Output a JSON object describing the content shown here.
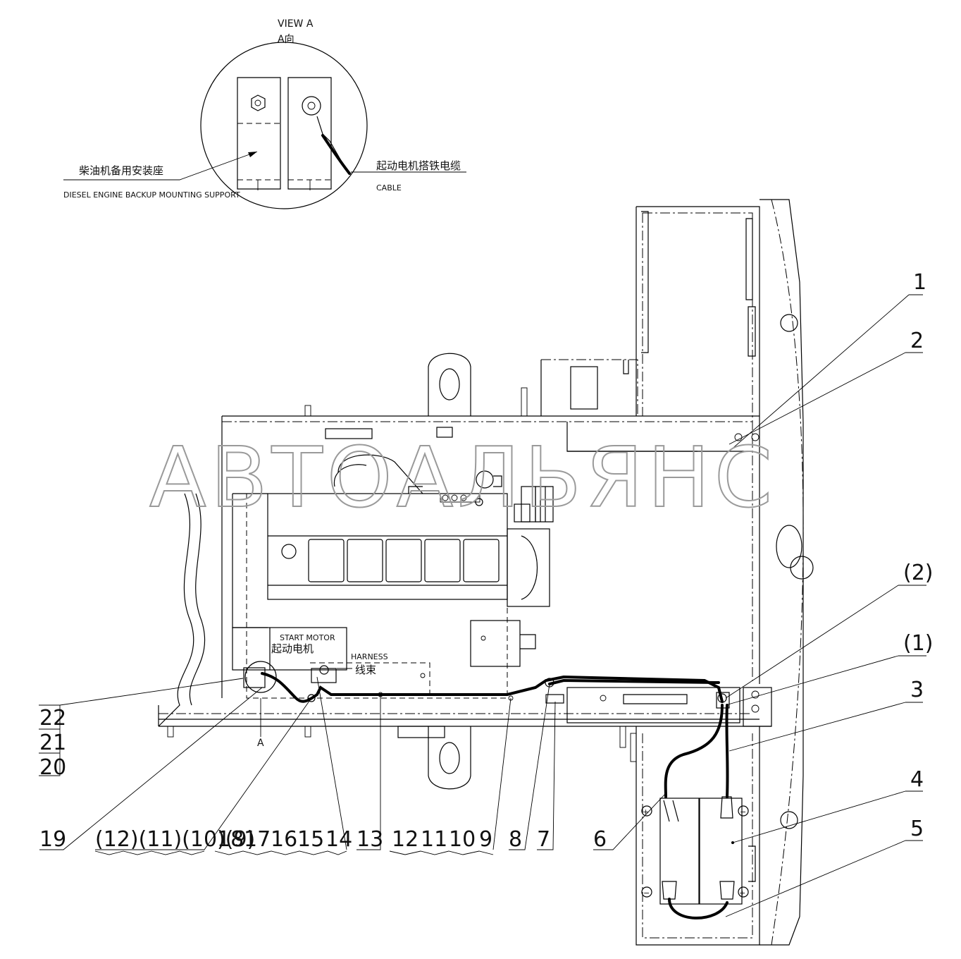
{
  "view_label": {
    "en": "VIEW A",
    "cn": "A向"
  },
  "left_note": {
    "cn": "柴油机备用安装座",
    "en": "DIESEL ENGINE BACKUP MOUNTING SUPPORT"
  },
  "right_note": {
    "cn": "起动电机搭铁电缆",
    "en": "CABLE"
  },
  "start_motor": {
    "en": "START MOTOR",
    "cn": "起动电机"
  },
  "harness": {
    "en": "HARNESS",
    "cn": "线束"
  },
  "section_mark": "A",
  "watermark": "АВТОАЛЬЯНС",
  "callouts_right": [
    {
      "label": "1"
    },
    {
      "label": "2"
    },
    {
      "label": "(2)"
    },
    {
      "label": "(1)"
    },
    {
      "label": "3"
    },
    {
      "label": "4"
    },
    {
      "label": "5"
    }
  ],
  "callouts_left_stack": [
    {
      "label": "22"
    },
    {
      "label": "21"
    },
    {
      "label": "20"
    }
  ],
  "callouts_bottom": [
    {
      "label": "19"
    },
    {
      "label": "(12)(11)(10)(9)"
    },
    {
      "label": "18"
    },
    {
      "label": "17"
    },
    {
      "label": "16"
    },
    {
      "label": "15"
    },
    {
      "label": "14"
    },
    {
      "label": "13"
    },
    {
      "label": "12"
    },
    {
      "label": "11"
    },
    {
      "label": "10"
    },
    {
      "label": "9"
    },
    {
      "label": "8"
    },
    {
      "label": "7"
    },
    {
      "label": "6"
    }
  ]
}
